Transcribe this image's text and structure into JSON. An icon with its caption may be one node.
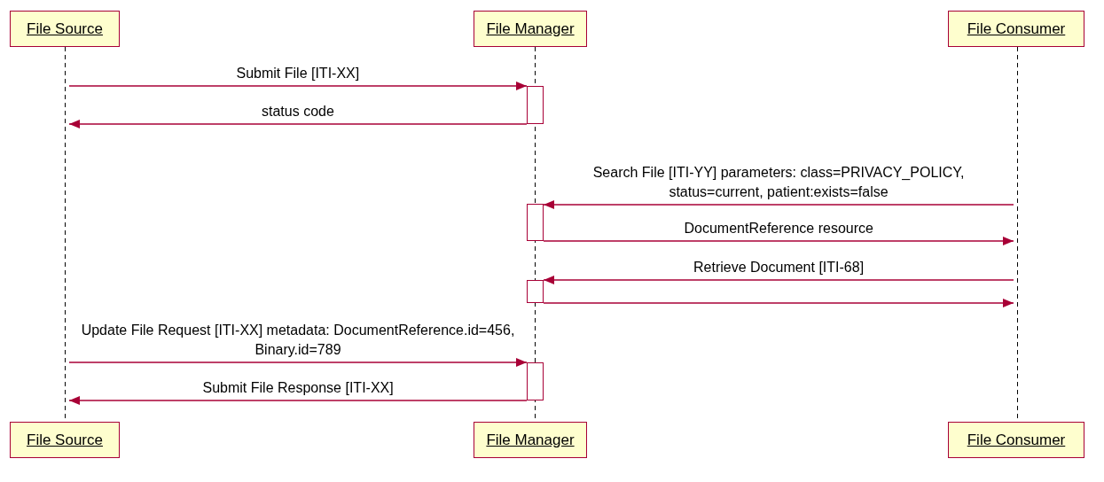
{
  "diagram": {
    "nodes": [
      {
        "text": [
          "File Source"
        ]
      },
      {
        "text": [
          "File Manager"
        ]
      },
      {
        "text": [
          "File Consumer"
        ]
      },
      {
        "text": [
          "File Source"
        ]
      },
      {
        "text": [
          "File Manager"
        ]
      },
      {
        "text": [
          "File Consumer"
        ]
      },
      {
        "text": [],
        "shape": "line"
      },
      {
        "text": [],
        "shape": "line"
      },
      {
        "text": [],
        "shape": "line"
      },
      {
        "text": [],
        "shape": "bar"
      },
      {
        "text": [],
        "shape": "bar"
      },
      {
        "text": [],
        "shape": "bar"
      },
      {
        "text": [],
        "shape": "bar"
      }
    ],
    "edges": [
      {
        "from": 6,
        "to": 9,
        "arrow": "to",
        "label": "Submit File [ITI-XX]"
      },
      {
        "from": 9,
        "to": 6,
        "arrow": "to",
        "label": "status code"
      },
      {
        "from": 8,
        "to": 10,
        "arrow": "to",
        "label": "Search File [ITI-YY] parameters: class=PRIVACY_POLICY, status=current, patient:exists=false"
      },
      {
        "from": 10,
        "to": 8,
        "arrow": "to",
        "label": "DocumentReference resource"
      },
      {
        "from": 8,
        "to": 11,
        "arrow": "to",
        "label": "Retrieve Document [ITI-68]"
      },
      {
        "from": 11,
        "to": 8,
        "arrow": "to"
      },
      {
        "from": 6,
        "to": 12,
        "arrow": "to",
        "label": "Update File Request [ITI-XX] metadata: DocumentReference.id=456, Binary.id=789"
      },
      {
        "from": 12,
        "to": 6,
        "arrow": "to",
        "label": "Submit File Response [ITI-XX]"
      }
    ]
  }
}
